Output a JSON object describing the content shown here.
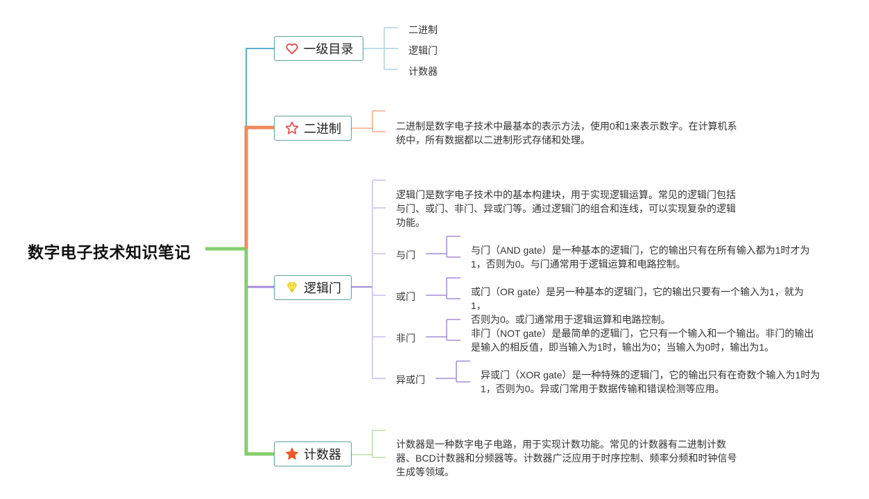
{
  "root": {
    "title": "数字电子技术知识笔记"
  },
  "branches": {
    "catalog": {
      "label": "一级目录",
      "icon": "heart-icon",
      "color": "#5aaec9",
      "items": [
        "二进制",
        "逻辑门",
        "计数器"
      ]
    },
    "binary": {
      "label": "二进制",
      "icon": "star-outline-icon",
      "color": "#f08a5d",
      "desc": [
        "二进制是数字电子技术中最基本的表示方法，使用0和1来表示数字。在计算机系",
        "统中，所有数据都以二进制形式存储和处理。"
      ]
    },
    "logic": {
      "label": "逻辑门",
      "icon": "diamond-icon",
      "color": "#a58ad8",
      "desc": [
        "逻辑门是数字电子技术中的基本构建块，用于实现逻辑运算。常见的逻辑门包括",
        "与门、或门、非门、异或门等。通过逻辑门的组合和连线，可以实现复杂的逻辑",
        "功能。"
      ],
      "gates": [
        {
          "name": "与门",
          "desc": [
            "与门（AND gate）是一种基本的逻辑门，它的输出只有在所有输入都为1时才为",
            "1，否则为0。与门通常用于逻辑运算和电路控制。"
          ]
        },
        {
          "name": "或门",
          "desc": [
            "或门（OR gate）是另一种基本的逻辑门，它的输出只要有一个输入为1，就为1，",
            "否则为0。或门通常用于逻辑运算和电路控制。"
          ]
        },
        {
          "name": "非门",
          "desc": [
            "非门（NOT gate）是最简单的逻辑门，它只有一个输入和一个输出。非门的输出",
            "是输入的相反值，即当输入为1时，输出为0；当输入为0时，输出为1。"
          ]
        },
        {
          "name": "异或门",
          "desc": [
            "异或门（XOR gate）是一种特殊的逻辑门，它的输出只有在奇数个输入为1时为",
            "1，否则为0。异或门常用于数据传输和错误检测等应用。"
          ]
        }
      ]
    },
    "counter": {
      "label": "计数器",
      "icon": "star-filled-icon",
      "color": "#86cd6e",
      "desc": [
        "计数器是一种数字电子电路，用于实现计数功能。常见的计数器有二进制计数",
        "器、BCD计数器和分频器等。计数器广泛应用于时序控制、频率分频和时钟信号",
        "生成等领域。"
      ]
    }
  }
}
